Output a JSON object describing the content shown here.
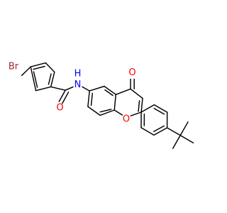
{
  "molecule": {
    "atoms": {
      "br": {
        "text": "Br",
        "color": "#a52a2a"
      },
      "n": {
        "text": "N",
        "color": "#0000ff"
      },
      "h": {
        "text": "H",
        "color": "#0000ff"
      },
      "o_amide": {
        "text": "O",
        "color": "#ff0000"
      },
      "o_ketone": {
        "text": "O",
        "color": "#ff0000"
      },
      "o_ring": {
        "text": "O",
        "color": "#ff0000"
      }
    },
    "bond_color": "#000000"
  }
}
